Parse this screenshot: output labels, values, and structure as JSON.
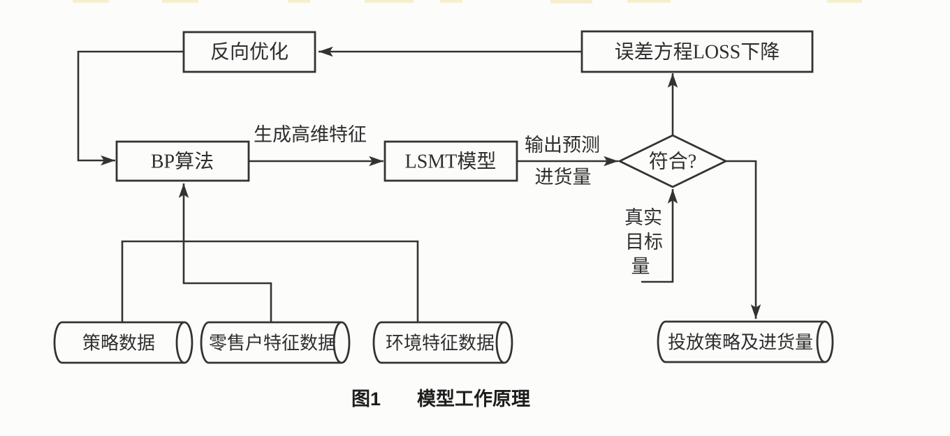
{
  "figure_caption": {
    "number": "图1",
    "title": "模型工作原理"
  },
  "nodes": {
    "backprop": {
      "label": "反向优化"
    },
    "bp": {
      "label": "BP算法"
    },
    "lsmt": {
      "label": "LSMT模型"
    },
    "loss": {
      "label": "误差方程LOSS下降"
    },
    "decision": {
      "label": "符合?"
    },
    "cyl_strategy": {
      "label": "策略数据"
    },
    "cyl_retailer": {
      "label": "零售户特征数据"
    },
    "cyl_env": {
      "label": "环境特征数据"
    },
    "cyl_output": {
      "label": "投放策略及进货量"
    }
  },
  "edge_labels": {
    "generate_features": "生成高维特征",
    "output_prediction": [
      "输出预测",
      "进货量"
    ],
    "real_target": [
      "真实",
      "目标",
      "量"
    ]
  },
  "colors": {
    "line": "#333333",
    "text": "#2e2e2e",
    "background": "#fcfcfb"
  }
}
